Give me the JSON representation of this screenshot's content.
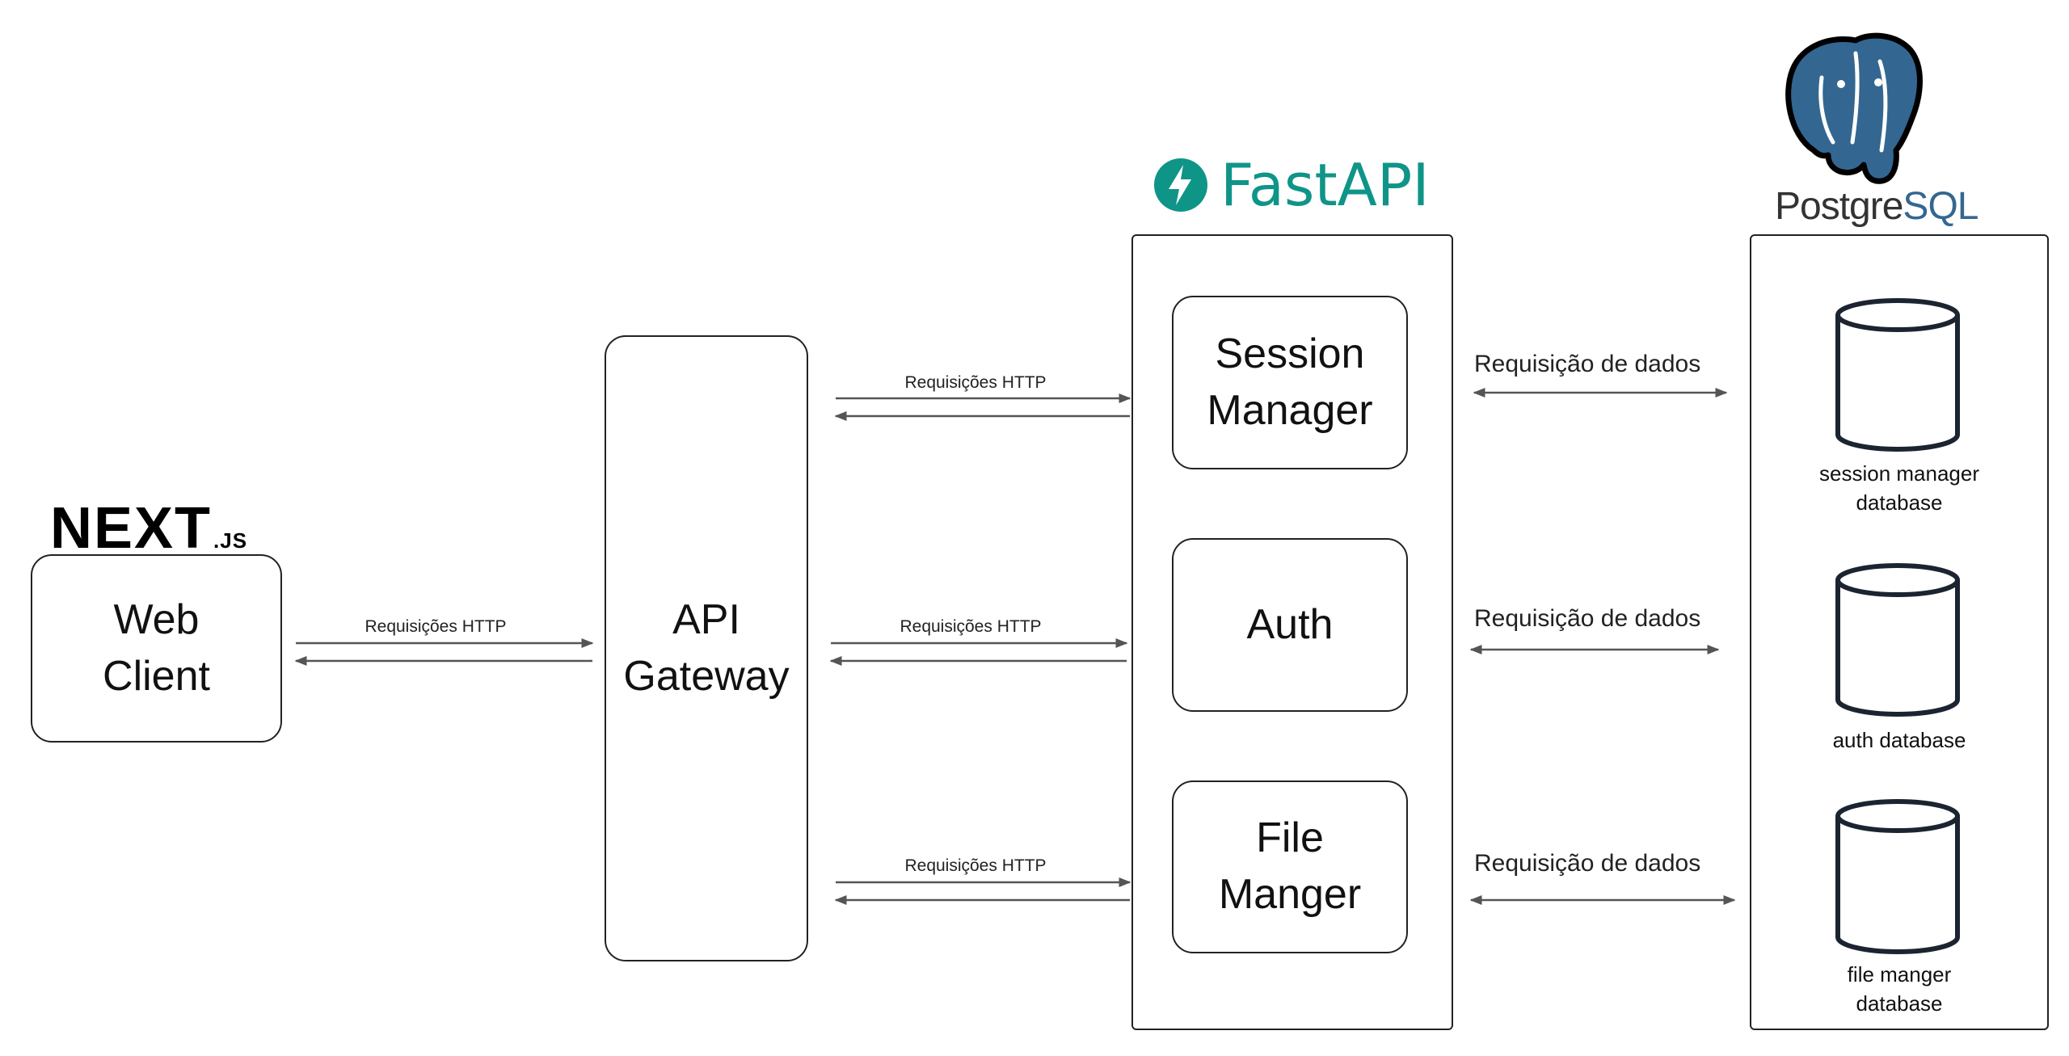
{
  "logos": {
    "nextjs": {
      "text": "NEXT",
      "suffix": ".JS"
    },
    "fastapi": {
      "text": "FastAPI",
      "color": "#0f9488",
      "icon": "lightning-bolt-icon"
    },
    "postgresql": {
      "text_main": "Postgre",
      "text_accent": "SQL",
      "icon": "elephant-icon",
      "color": "#336791"
    }
  },
  "nodes": {
    "web_client": "Web\nClient",
    "api_gateway": "API\nGateway",
    "session_manager": "Session\nManager",
    "auth": "Auth",
    "file_manger": "File\nManger"
  },
  "edges": {
    "client_gateway": "Requisições HTTP",
    "gateway_session": "Requisições HTTP",
    "gateway_auth": "Requisições HTTP",
    "gateway_file": "Requisições HTTP",
    "session_db": "Requisição de dados",
    "auth_db": "Requisição de dados",
    "file_db": "Requisição de dados"
  },
  "databases": {
    "session": "session manager\ndatabase",
    "auth": "auth database",
    "file": "file manger\ndatabase"
  },
  "colors": {
    "border": "#222222",
    "arrow": "#555555"
  }
}
